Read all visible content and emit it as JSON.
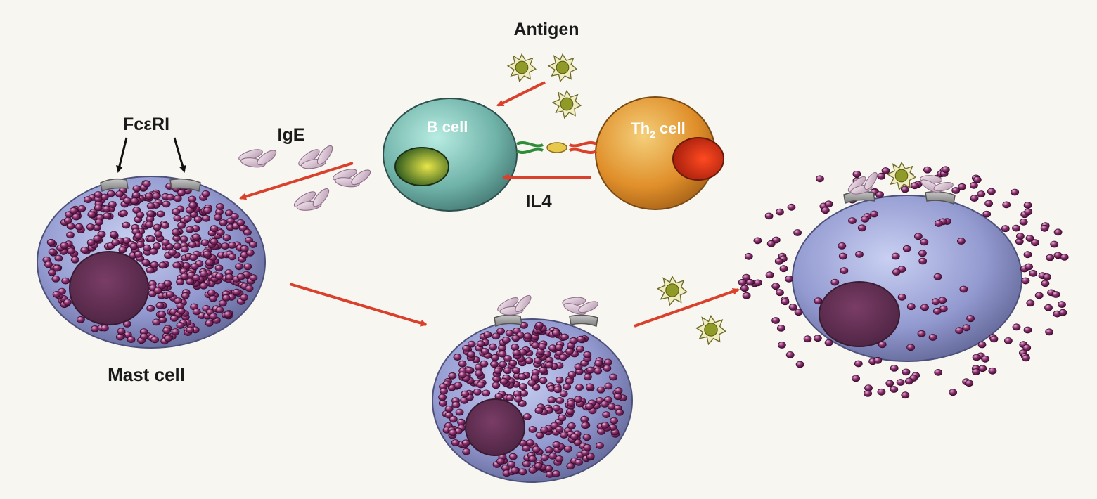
{
  "labels": {
    "antigen": "Antigen",
    "fceri": "FcεRI",
    "ige": "IgE",
    "b_cell": "B cell",
    "th2_cell_main": "Th",
    "th2_cell_sub": "2",
    "th2_cell_rest": " cell",
    "il4": "IL4",
    "mast_cell": "Mast cell"
  },
  "colors": {
    "arrow_red": "#d9412c",
    "granule": "#8a2f6e",
    "mast_body": "#8d94c8",
    "nucleus": "#5e2f4e",
    "b_cell": "#76b8b0",
    "th2_cell": "#e39a2e",
    "antigen": "#9a9a3a"
  }
}
